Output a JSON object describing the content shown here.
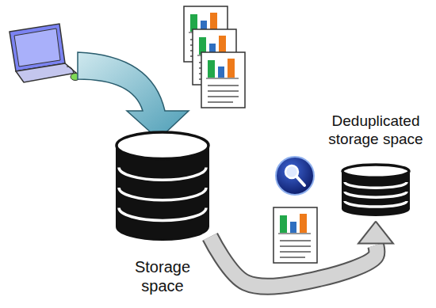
{
  "diagram": {
    "nodes": [
      {
        "text": [
          "Storage space"
        ]
      },
      {
        "text": [
          "Deduplicated storage space"
        ]
      }
    ],
    "edges": [
      {
        "from": 0,
        "to": 1,
        "arrow": "to"
      }
    ]
  }
}
